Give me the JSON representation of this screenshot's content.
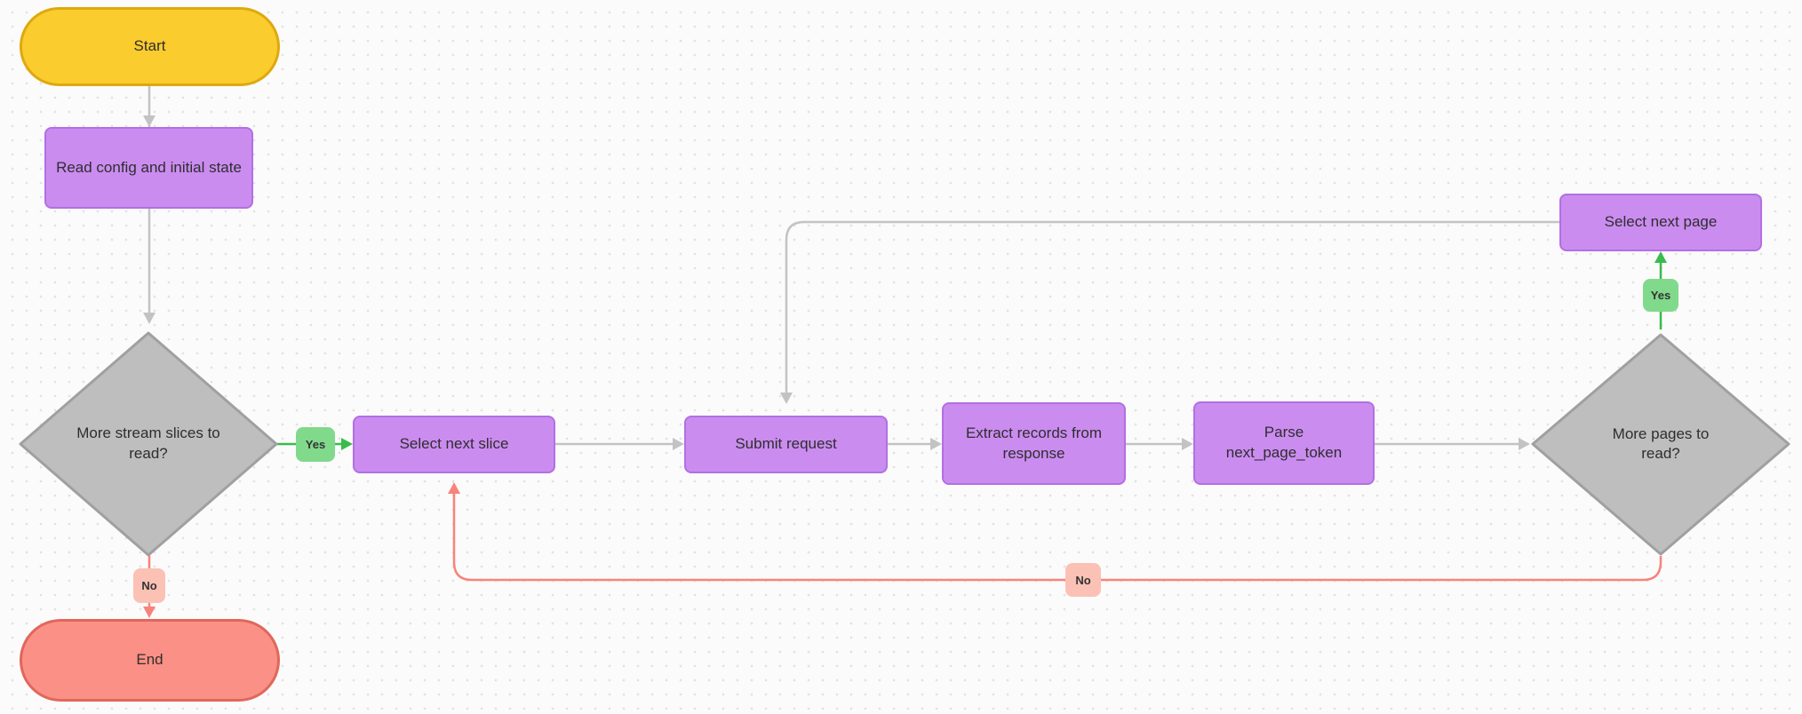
{
  "diagram": {
    "nodes": {
      "start": {
        "label": "Start",
        "type": "terminal-start"
      },
      "read_config": {
        "label": "Read config and initial state",
        "type": "process"
      },
      "more_slices": {
        "label": "More stream slices to read?",
        "type": "decision"
      },
      "select_slice": {
        "label": "Select next slice",
        "type": "process"
      },
      "submit_request": {
        "label": "Submit request",
        "type": "process"
      },
      "extract_records": {
        "label": "Extract records from response",
        "type": "process"
      },
      "parse_token": {
        "label": "Parse\nnext_page_token",
        "type": "process"
      },
      "more_pages": {
        "label": "More pages to read?",
        "type": "decision"
      },
      "select_page": {
        "label": "Select next page",
        "type": "process"
      },
      "end": {
        "label": "End",
        "type": "terminal-end"
      }
    },
    "edge_labels": {
      "yes_slices": "Yes",
      "no_end": "No",
      "yes_pages": "Yes",
      "no_loop": "No"
    },
    "colors": {
      "terminal_start_fill": "#FBCC2E",
      "terminal_start_border": "#DEA90E",
      "process_fill": "#CB8CF0",
      "process_border": "#B26FE3",
      "decision_fill": "#BFBEBE",
      "decision_border": "#A0A0A0",
      "terminal_end_fill": "#FB9086",
      "terminal_end_border": "#E0675B",
      "yes_badge_fill": "#81D98C",
      "no_badge_fill": "#FBC1B5",
      "flow_line_gray": "#C3C3C3",
      "flow_line_green": "#3ABB4B",
      "flow_line_red": "#F8837B"
    }
  }
}
